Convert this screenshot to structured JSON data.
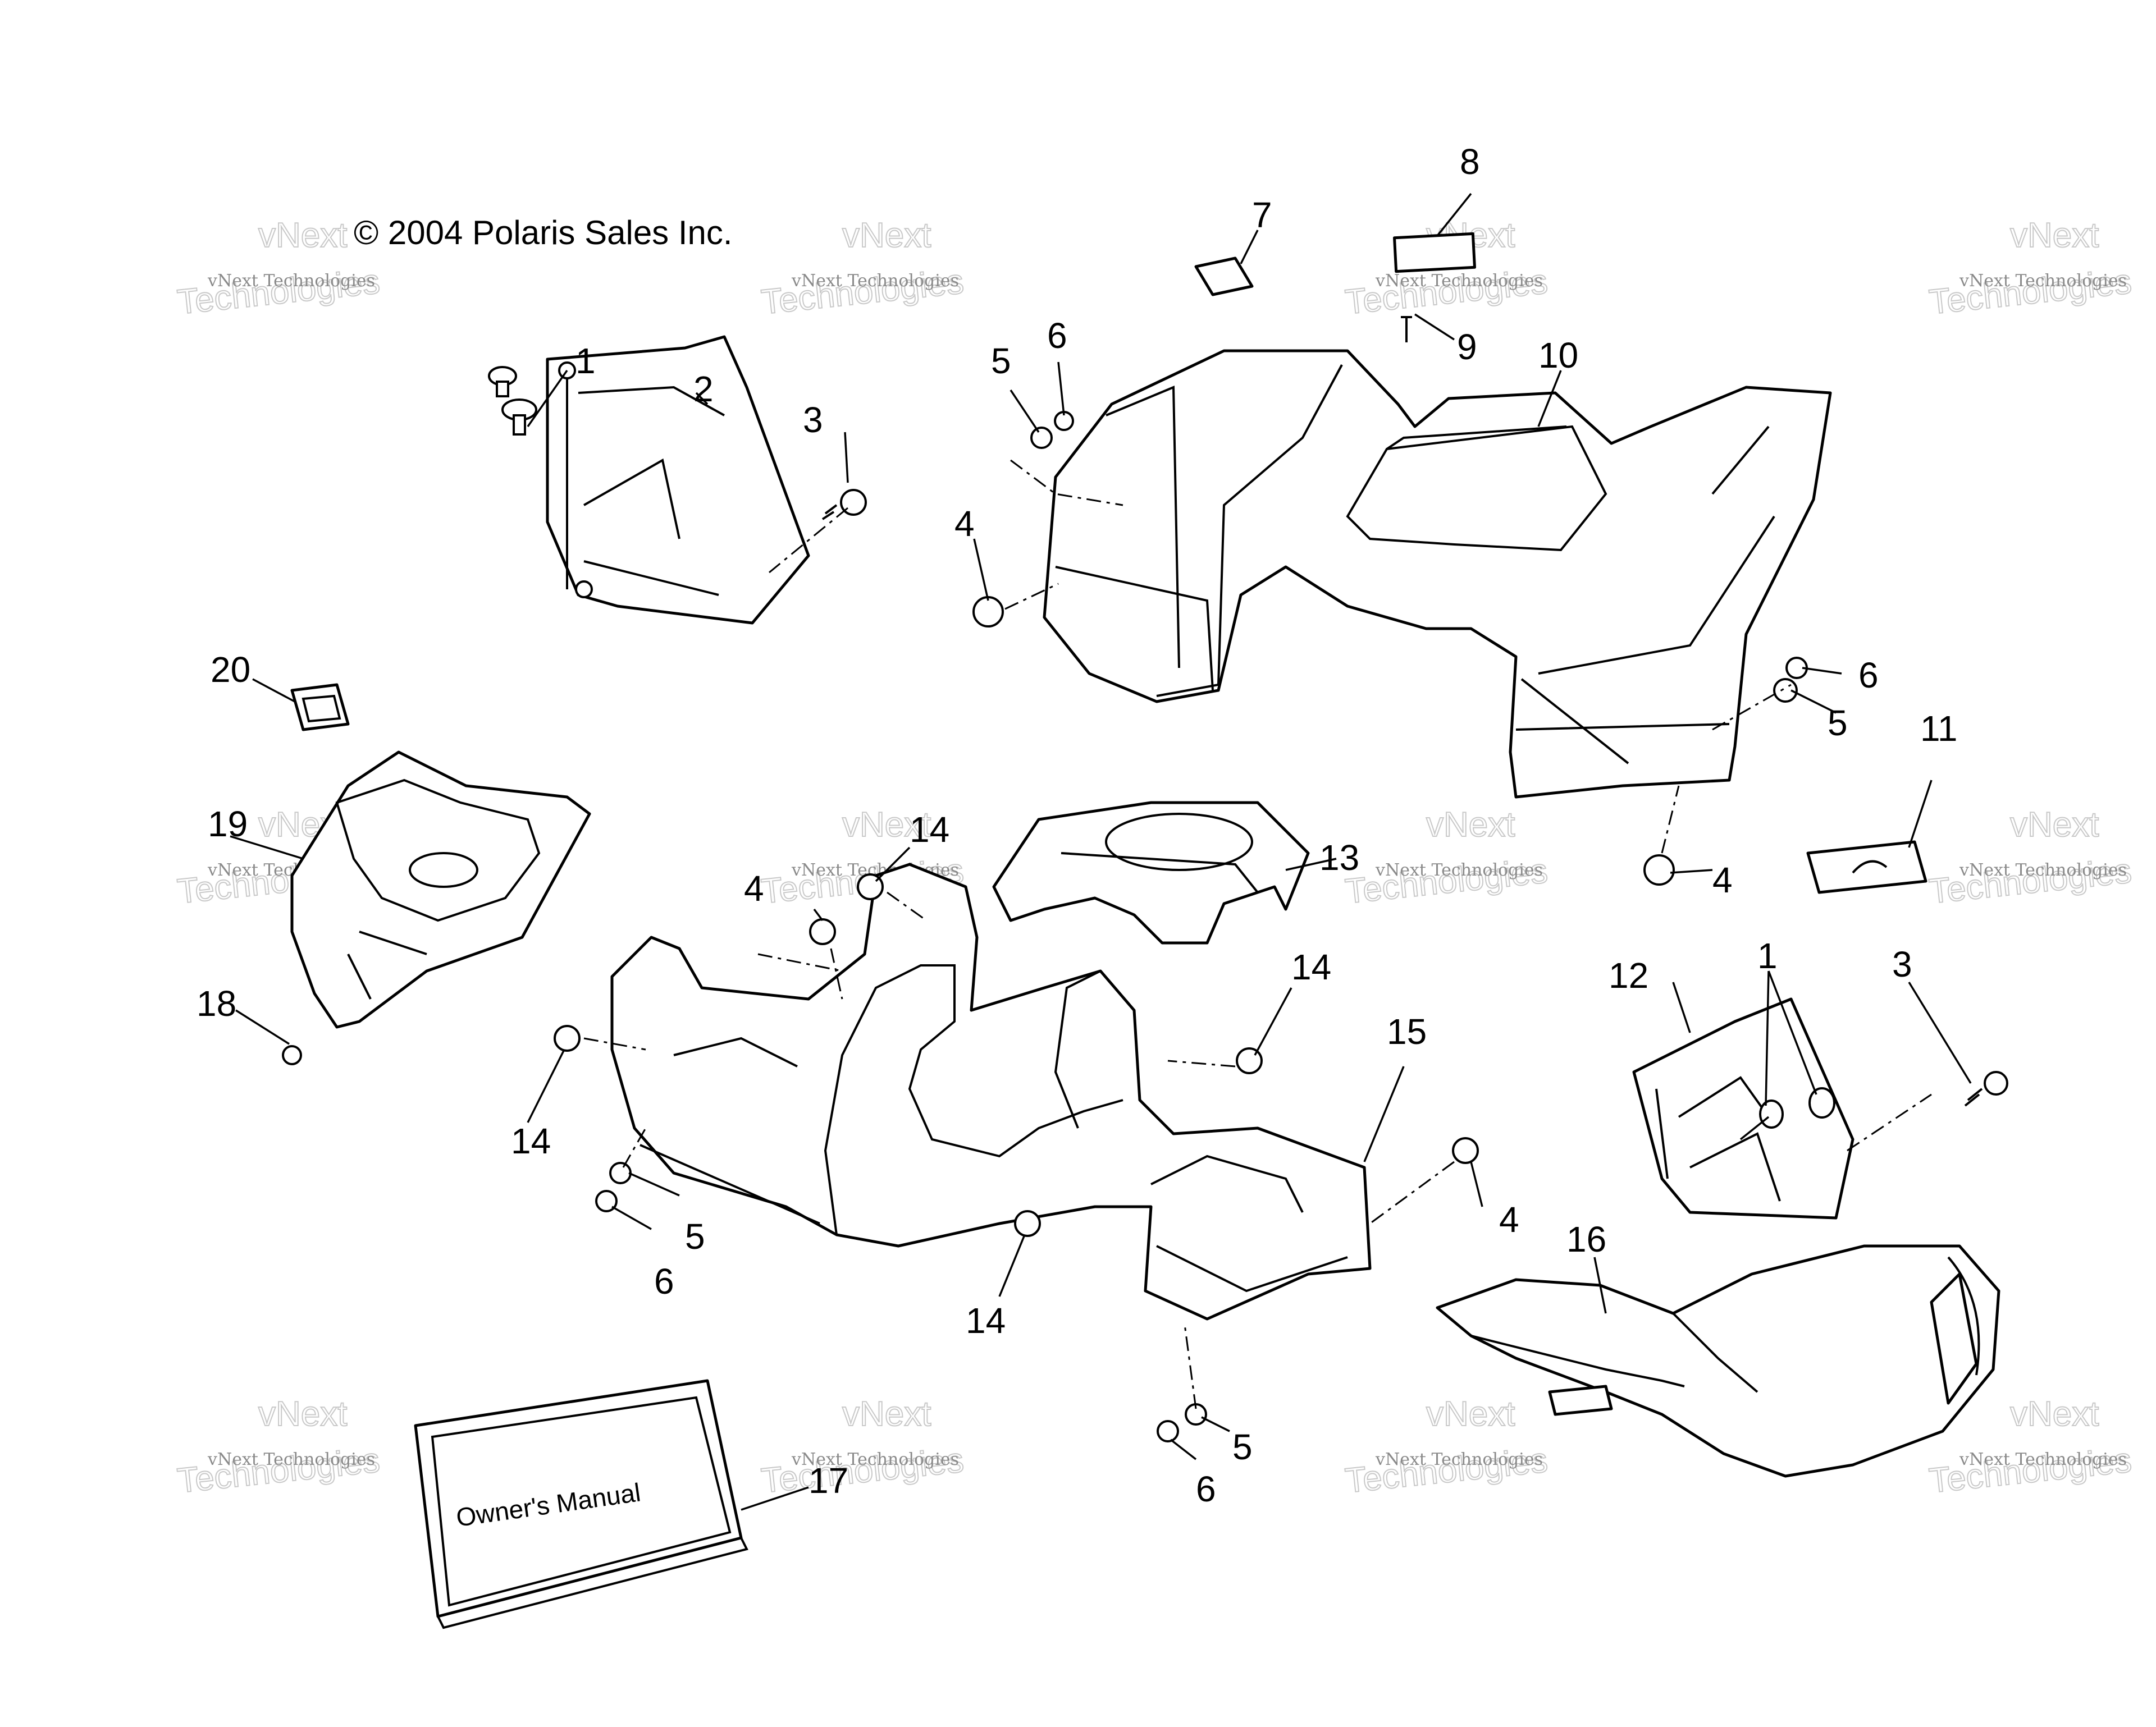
{
  "copyright": "© 2004 Polaris Sales Inc.",
  "watermark": {
    "line1": "vNext",
    "line2": "Technologies",
    "small": "vNext Technologies"
  },
  "manual_text": "Owner's Manual",
  "callouts": [
    "1",
    "2",
    "3",
    "4",
    "5",
    "6",
    "7",
    "8",
    "9",
    "10",
    "11",
    "12",
    "13",
    "14",
    "15",
    "16",
    "17",
    "18",
    "19",
    "20"
  ]
}
